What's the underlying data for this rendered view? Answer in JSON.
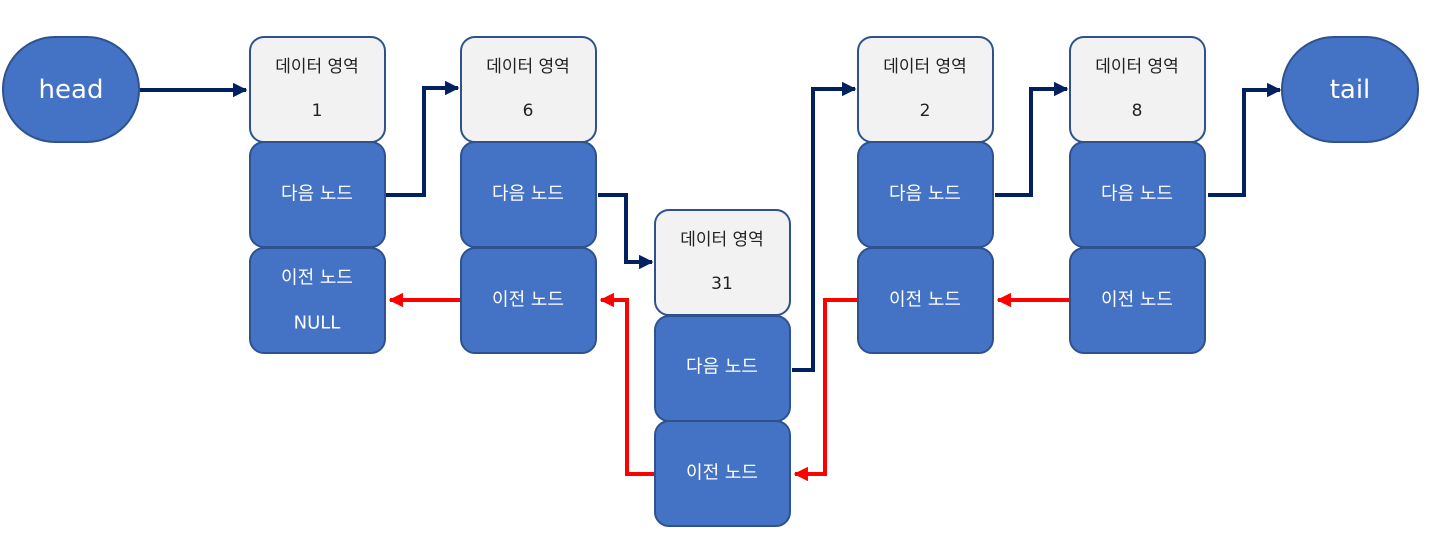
{
  "head_label": "head",
  "tail_label": "tail",
  "data_area_label": "데이터 영역",
  "next_node_label": "다음 노드",
  "prev_node_label": "이전 노드",
  "null_label": "NULL",
  "nodes": [
    {
      "value": "1"
    },
    {
      "value": "6"
    },
    {
      "value": "31"
    },
    {
      "value": "2"
    },
    {
      "value": "8"
    }
  ],
  "colors": {
    "node_fill": "#4472C4",
    "node_border": "#2F528F",
    "data_fill": "#F2F2F2",
    "next_arrow": "#002060",
    "prev_arrow": "#FF0000"
  }
}
